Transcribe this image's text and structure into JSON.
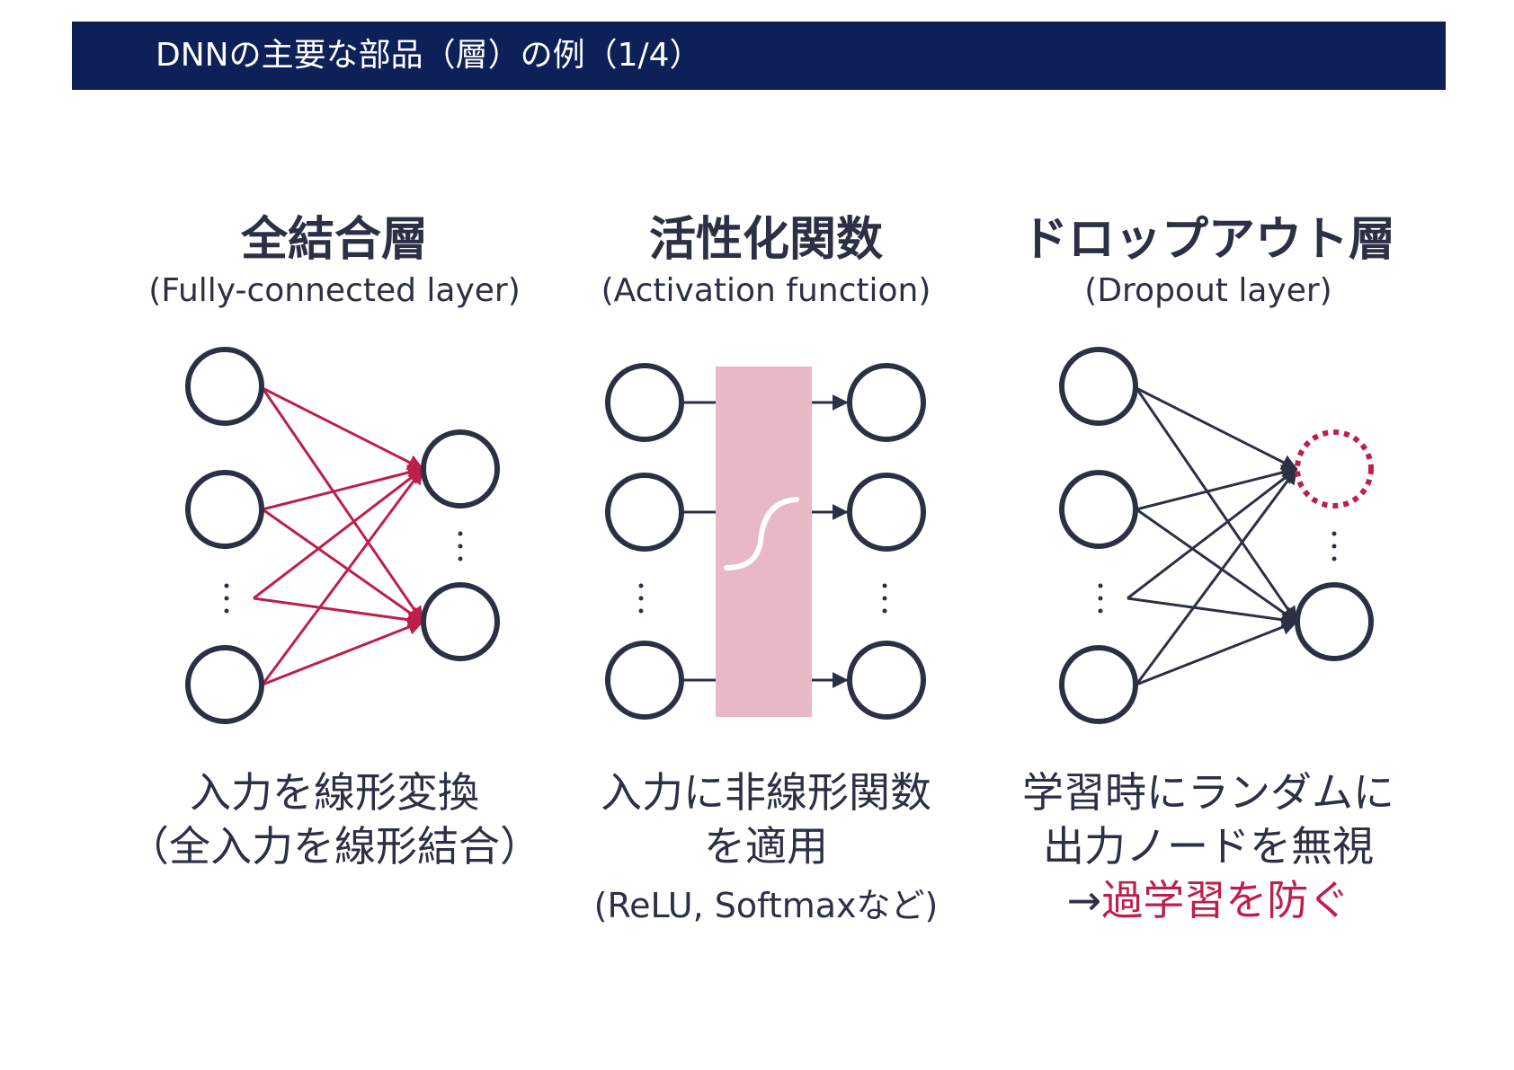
{
  "header": {
    "title": "DNNの主要な部品（層）の例（1/4）"
  },
  "columns": [
    {
      "title": "全結合層",
      "subtitle": "(Fully-connected layer)",
      "desc_line1": "入力を線形変換",
      "desc_line2": "（全入力を線形結合）"
    },
    {
      "title": "活性化関数",
      "subtitle": "(Activation function)",
      "desc_line1": "入力に非線形関数",
      "desc_line2": "を適用",
      "desc_line3": "(ReLU, Softmaxなど)"
    },
    {
      "title": "ドロップアウト層",
      "subtitle": "(Dropout layer)",
      "desc_line1": "学習時にランダムに",
      "desc_line2": "出力ノードを無視",
      "desc_line3_prefix": "→",
      "desc_line3_accent": "過学習を防ぐ"
    }
  ],
  "colors": {
    "header_bg": "#0d2057",
    "text": "#2b3044",
    "accent": "#be1e4a",
    "activation_box": "#e8b8c4",
    "node_stroke": "#2b3044"
  }
}
